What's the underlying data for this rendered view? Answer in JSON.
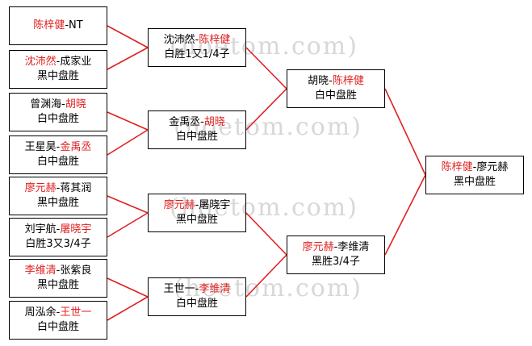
{
  "watermark": "(hoetom.com)",
  "colors": {
    "winner": "#e02020",
    "text": "#000000",
    "line": "#e02020"
  },
  "round1": [
    {
      "p1": "陈梓健",
      "p2": "NT",
      "winner": 1,
      "result": ""
    },
    {
      "p1": "沈沛然",
      "p2": "成家业",
      "winner": 1,
      "result": "黑中盘胜"
    },
    {
      "p1": "曾渊海",
      "p2": "胡晓",
      "winner": 2,
      "result": "白中盘胜"
    },
    {
      "p1": "王星昊",
      "p2": "金禹丞",
      "winner": 2,
      "result": "白中盘胜"
    },
    {
      "p1": "廖元赫",
      "p2": "蒋其润",
      "winner": 1,
      "result": "黑中盘胜"
    },
    {
      "p1": "刘宇航",
      "p2": "屠晓宇",
      "winner": 2,
      "result": "白胜3又3/4子"
    },
    {
      "p1": "李维清",
      "p2": "张紫良",
      "winner": 1,
      "result": "黑中盘胜"
    },
    {
      "p1": "周泓余",
      "p2": "王世一",
      "winner": 2,
      "result": "白中盘胜"
    }
  ],
  "round2": [
    {
      "p1": "沈沛然",
      "p2": "陈梓健",
      "winner": 2,
      "result": "白胜1又1/4子"
    },
    {
      "p1": "金禹丞",
      "p2": "胡晓",
      "winner": 2,
      "result": "白中盘胜"
    },
    {
      "p1": "廖元赫",
      "p2": "屠晓宇",
      "winner": 1,
      "result": "黑中盘胜"
    },
    {
      "p1": "王世一",
      "p2": "李维清",
      "winner": 2,
      "result": "白中盘胜"
    }
  ],
  "round3": [
    {
      "p1": "胡晓",
      "p2": "陈梓健",
      "winner": 2,
      "result": "白中盘胜"
    },
    {
      "p1": "廖元赫",
      "p2": "李维清",
      "winner": 1,
      "result": "黑胜3/4子"
    }
  ],
  "final": [
    {
      "p1": "陈梓健",
      "p2": "廖元赫",
      "winner": 1,
      "result": "黑中盘胜"
    }
  ]
}
